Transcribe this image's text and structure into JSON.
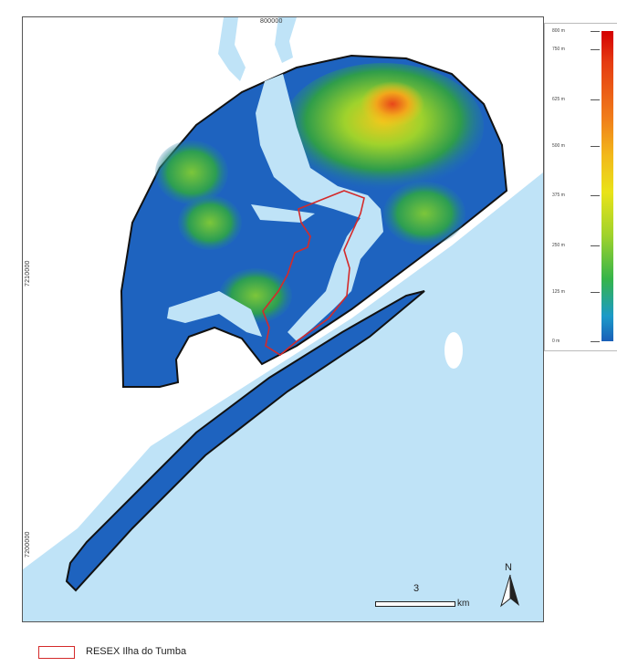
{
  "map": {
    "coord_top": "800000",
    "coord_left_upper": "7210000",
    "coord_left_lower": "7200000",
    "scale_value": "3",
    "scale_unit": "km",
    "north_label": "N"
  },
  "legend": {
    "reserve_label": "RESEX Ilha do Tumba",
    "reserve_color": "#d42a2a",
    "elevation_ticks": [
      {
        "label": "800 m",
        "pos": 0.0
      },
      {
        "label": "750 m",
        "pos": 0.06
      },
      {
        "label": "625 m",
        "pos": 0.22
      },
      {
        "label": "500 m",
        "pos": 0.37
      },
      {
        "label": "375 m",
        "pos": 0.53
      },
      {
        "label": "250 m",
        "pos": 0.69
      },
      {
        "label": "125 m",
        "pos": 0.84
      },
      {
        "label": "0 m",
        "pos": 1.0
      }
    ]
  },
  "colors": {
    "water": "#bfe3f7",
    "lowland": "#1e63bf",
    "outline": "#111111"
  }
}
